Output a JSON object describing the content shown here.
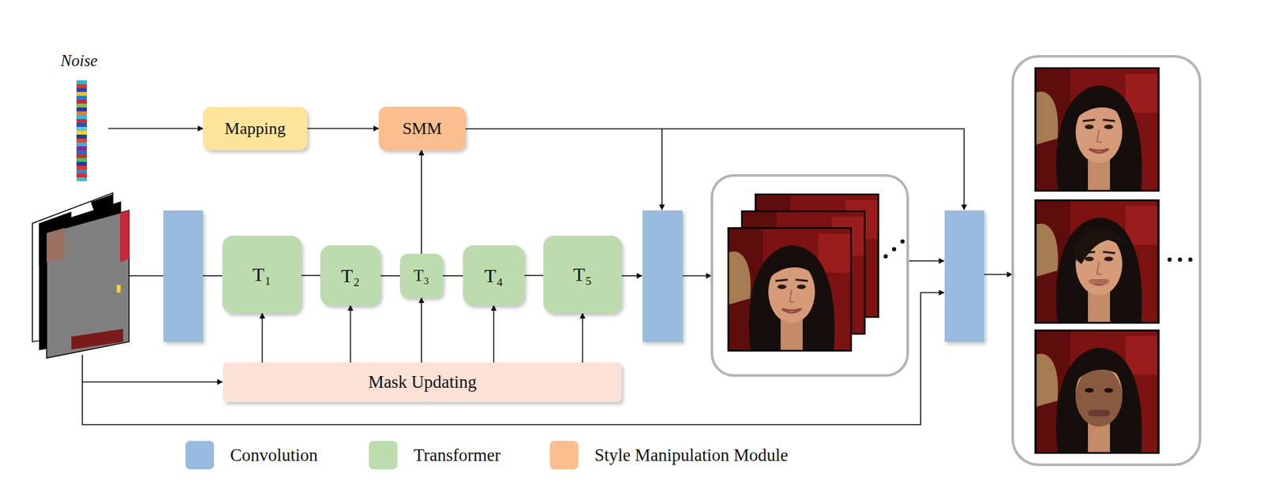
{
  "diagram": {
    "nodes": [
      {
        "text": [
          "Noise"
        ]
      },
      {
        "text": [
          "Mapping"
        ]
      },
      {
        "text": [
          "SMM"
        ]
      },
      {
        "text": [
          "T₁"
        ]
      },
      {
        "text": [
          "T₂"
        ]
      },
      {
        "text": [
          "T₃"
        ]
      },
      {
        "text": [
          "T₄"
        ]
      },
      {
        "text": [
          "T₅"
        ]
      },
      {
        "text": [
          "Mask Updating"
        ]
      }
    ],
    "edges": [
      {
        "from": 0,
        "to": 1,
        "arrow": "to"
      },
      {
        "from": 1,
        "to": 2,
        "arrow": "to"
      },
      {
        "from": 3,
        "to": 4,
        "arrow": "none"
      },
      {
        "from": 4,
        "to": 5,
        "arrow": "none"
      },
      {
        "from": 5,
        "to": 6,
        "arrow": "none"
      },
      {
        "from": 6,
        "to": 7,
        "arrow": "none"
      },
      {
        "from": 5,
        "to": 2,
        "arrow": "to"
      },
      {
        "from": 8,
        "to": 3,
        "arrow": "to"
      },
      {
        "from": 8,
        "to": 4,
        "arrow": "to"
      },
      {
        "from": 8,
        "to": 5,
        "arrow": "to"
      },
      {
        "from": 8,
        "to": 6,
        "arrow": "to"
      },
      {
        "from": 8,
        "to": 7,
        "arrow": "to"
      }
    ],
    "legend": [
      {
        "text": "Convolution",
        "color": "#99bbe0"
      },
      {
        "text": "Transformer",
        "color": "#bddcad"
      },
      {
        "text": "Style Manipulation Module",
        "color": "#fbbe8f"
      }
    ]
  }
}
